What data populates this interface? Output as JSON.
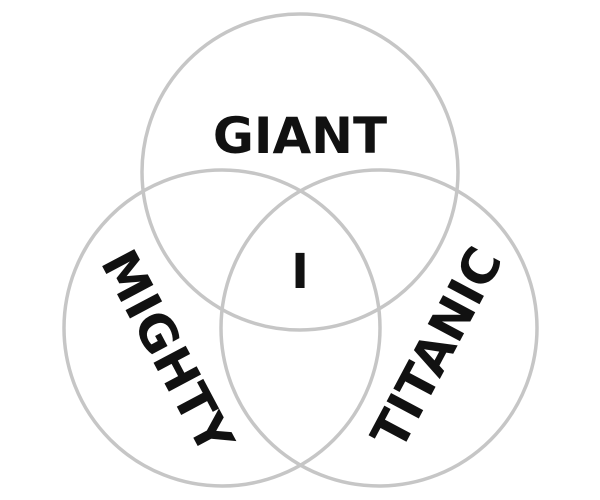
{
  "venn": {
    "circles": [
      {
        "id": "top",
        "label": "GIANT"
      },
      {
        "id": "left",
        "label": "MIGHTY"
      },
      {
        "id": "right",
        "label": "TITANIC"
      }
    ],
    "intersection_label": "I"
  },
  "colors": {
    "circle_stroke": "#c6c6c6",
    "text": "#111111",
    "background": "#ffffff"
  }
}
